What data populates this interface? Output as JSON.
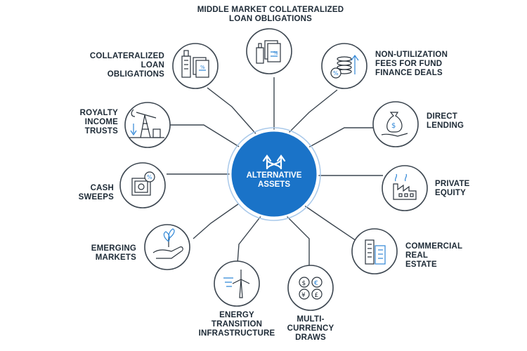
{
  "center": {
    "lines": [
      "ALTERNATIVE",
      "ASSETS"
    ],
    "icon": "arrows-split-icon"
  },
  "colors": {
    "accent": "#1a73c8",
    "line": "#3c4650",
    "text": "#1d2a36",
    "icon_accent": "#2f86d6"
  },
  "nodes": [
    {
      "id": "middle-market-clo",
      "lines": [
        "MIDDLE MARKET COLLATERALIZED",
        "LOAN OBLIGATIONS"
      ],
      "icon": "buildings-document-icon"
    },
    {
      "id": "non-utilization-fees",
      "lines": [
        "NON-UTILIZATION",
        "FEES FOR FUND",
        "FINANCE DEALS"
      ],
      "icon": "coins-percent-arrow-icon"
    },
    {
      "id": "direct-lending",
      "lines": [
        "DIRECT",
        "LENDING"
      ],
      "icon": "hand-money-bag-icon"
    },
    {
      "id": "private-equity",
      "lines": [
        "PRIVATE",
        "EQUITY"
      ],
      "icon": "factory-icon"
    },
    {
      "id": "commercial-real-estate",
      "lines": [
        "COMMERCIAL",
        "REAL",
        "ESTATE"
      ],
      "icon": "office-buildings-icon"
    },
    {
      "id": "multi-currency-draws",
      "lines": [
        "MULTI-",
        "CURRENCY",
        "DRAWS"
      ],
      "icon": "currency-symbols-icon"
    },
    {
      "id": "energy-transition",
      "lines": [
        "ENERGY",
        "TRANSITION",
        "INFRASTRUCTURE"
      ],
      "icon": "wind-turbine-icon"
    },
    {
      "id": "emerging-markets",
      "lines": [
        "EMERGING",
        "MARKETS"
      ],
      "icon": "hand-plant-icon"
    },
    {
      "id": "cash-sweeps",
      "lines": [
        "CASH",
        "SWEEPS"
      ],
      "icon": "safe-percent-icon"
    },
    {
      "id": "royalty-income-trusts",
      "lines": [
        "ROYALTY",
        "INCOME",
        "TRUSTS"
      ],
      "icon": "oil-pump-icon"
    },
    {
      "id": "clo",
      "lines": [
        "COLLATERALIZED",
        "LOAN",
        "OBLIGATIONS"
      ],
      "icon": "buildings-document-icon"
    }
  ]
}
